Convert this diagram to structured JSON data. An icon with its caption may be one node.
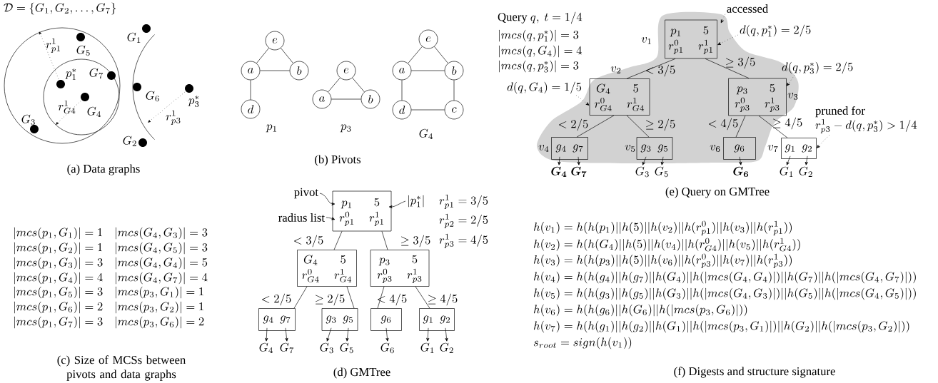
{
  "diagram": {
    "nodes": [
      {
        "text": [
          "e"
        ]
      },
      {
        "text": [
          "a"
        ]
      },
      {
        "text": [
          "b"
        ]
      },
      {
        "text": [
          "d"
        ]
      },
      {
        "text": [
          "e"
        ]
      },
      {
        "text": [
          "a"
        ]
      },
      {
        "text": [
          "b"
        ]
      },
      {
        "text": [
          "e"
        ]
      },
      {
        "text": [
          "a"
        ]
      },
      {
        "text": [
          "b"
        ]
      },
      {
        "text": [
          "d"
        ]
      },
      {
        "text": [
          "c"
        ]
      },
      {
        "text": [
          "p_1",
          "5",
          "r^0_{p1}",
          "r^1_{p1}"
        ]
      },
      {
        "text": [
          "pivot"
        ]
      },
      {
        "text": [
          "radius list"
        ]
      },
      {
        "text": [
          "|p^*_1|"
        ]
      },
      {
        "text": [
          "G_4",
          "5",
          "r^0_{G4}",
          "r^1_{G4}"
        ]
      },
      {
        "text": [
          "p_3",
          "5",
          "r^0_{p3}",
          "r^1_{p3}"
        ]
      },
      {
        "text": [
          "g_4",
          "g_7"
        ]
      },
      {
        "text": [
          "g_3",
          "g_5"
        ]
      },
      {
        "text": [
          "g_6"
        ]
      },
      {
        "text": [
          "g_1",
          "g_2"
        ]
      },
      {
        "text": [
          "G_4"
        ]
      },
      {
        "text": [
          "G_7"
        ]
      },
      {
        "text": [
          "G_3"
        ]
      },
      {
        "text": [
          "G_5"
        ]
      },
      {
        "text": [
          "G_6"
        ]
      },
      {
        "text": [
          "G_1"
        ]
      },
      {
        "text": [
          "G_2"
        ]
      },
      {
        "text": [
          "accessed"
        ]
      },
      {
        "text": [
          "p_1",
          "5",
          "r^0_{p1}",
          "r^1_{p1}"
        ],
        "beside": [
          "v_1"
        ]
      },
      {
        "text": [
          "d(q, p^*_1) = 2/5"
        ]
      },
      {
        "text": [
          "G_4",
          "5",
          "r^0_{G4}",
          "r^1_{G4}"
        ],
        "beside": [
          "v_2"
        ]
      },
      {
        "text": [
          "d(q, G_4) = 1/5"
        ]
      },
      {
        "text": [
          "p_3",
          "5",
          "r^0_{p3}",
          "r^1_{p3}"
        ],
        "beside": [
          "v_3"
        ]
      },
      {
        "text": [
          "d(q, p^*_3) = 2/5"
        ]
      },
      {
        "text": [
          "pruned for",
          "r^1_{p3} - d(q, p^*_3) > 1/4"
        ]
      },
      {
        "text": [
          "g_4",
          "g_7"
        ],
        "beside": [
          "v_4"
        ]
      },
      {
        "text": [
          "g_3",
          "g_5"
        ],
        "beside": [
          "v_5"
        ]
      },
      {
        "text": [
          "g_6"
        ],
        "beside": [
          "v_6"
        ]
      },
      {
        "text": [
          "g_1",
          "g_2"
        ],
        "beside": [
          "v_7"
        ]
      },
      {
        "text": [
          "\\boldsymbol{G_4}"
        ]
      },
      {
        "text": [
          "\\boldsymbol{G_7}"
        ]
      },
      {
        "text": [
          "G_3"
        ]
      },
      {
        "text": [
          "G_5"
        ]
      },
      {
        "text": [
          "\\boldsymbol{G_6}"
        ]
      },
      {
        "text": [
          "G_1"
        ]
      },
      {
        "text": [
          "G_2"
        ]
      }
    ],
    "edges": [
      {
        "from": 0,
        "to": 1,
        "arrow": "none"
      },
      {
        "from": 0,
        "to": 2,
        "arrow": "none"
      },
      {
        "from": 1,
        "to": 2,
        "arrow": "none"
      },
      {
        "from": 1,
        "to": 3,
        "arrow": "none"
      },
      {
        "from": 4,
        "to": 5,
        "arrow": "none"
      },
      {
        "from": 4,
        "to": 6,
        "arrow": "none"
      },
      {
        "from": 5,
        "to": 6,
        "arrow": "none"
      },
      {
        "from": 7,
        "to": 8,
        "arrow": "none"
      },
      {
        "from": 7,
        "to": 9,
        "arrow": "none"
      },
      {
        "from": 8,
        "to": 9,
        "arrow": "none"
      },
      {
        "from": 8,
        "to": 10,
        "arrow": "none"
      },
      {
        "from": 9,
        "to": 11,
        "arrow": "none"
      },
      {
        "from": 10,
        "to": 11,
        "arrow": "none"
      },
      {
        "from": 12,
        "to": 16,
        "arrow": "none",
        "label": "< 3/5"
      },
      {
        "from": 12,
        "to": 17,
        "arrow": "none",
        "label": "\\geq 3/5"
      },
      {
        "from": 16,
        "to": 18,
        "arrow": "none",
        "label": "< 2/5"
      },
      {
        "from": 16,
        "to": 19,
        "arrow": "none",
        "label": "\\geq 2/5"
      },
      {
        "from": 17,
        "to": 20,
        "arrow": "none",
        "label": "< 4/5"
      },
      {
        "from": 17,
        "to": 21,
        "arrow": "none",
        "label": "\\geq 4/5"
      },
      {
        "from": 18,
        "to": 22,
        "arrow": "to"
      },
      {
        "from": 18,
        "to": 23,
        "arrow": "to"
      },
      {
        "from": 19,
        "to": 24,
        "arrow": "to"
      },
      {
        "from": 19,
        "to": 25,
        "arrow": "to"
      },
      {
        "from": 20,
        "to": 26,
        "arrow": "to"
      },
      {
        "from": 21,
        "to": 27,
        "arrow": "to"
      },
      {
        "from": 21,
        "to": 28,
        "arrow": "to"
      },
      {
        "from": 13,
        "to": 12,
        "arrow": "to"
      },
      {
        "from": 14,
        "to": 12,
        "arrow": "to"
      },
      {
        "from": 15,
        "to": 12,
        "arrow": "to"
      },
      {
        "from": 30,
        "to": 32,
        "arrow": "none",
        "label": "< 3/5"
      },
      {
        "from": 30,
        "to": 34,
        "arrow": "none",
        "label": "\\geq 3/5"
      },
      {
        "from": 32,
        "to": 37,
        "arrow": "none",
        "label": "< 2/5"
      },
      {
        "from": 32,
        "to": 38,
        "arrow": "none",
        "label": "\\geq 2/5"
      },
      {
        "from": 34,
        "to": 39,
        "arrow": "none",
        "label": "< 4/5"
      },
      {
        "from": 34,
        "to": 40,
        "arrow": "none",
        "label": "\\geq 4/5"
      },
      {
        "from": 37,
        "to": 41,
        "arrow": "to"
      },
      {
        "from": 37,
        "to": 42,
        "arrow": "to"
      },
      {
        "from": 38,
        "to": 43,
        "arrow": "to"
      },
      {
        "from": 38,
        "to": 44,
        "arrow": "to"
      },
      {
        "from": 39,
        "to": 45,
        "arrow": "to"
      },
      {
        "from": 40,
        "to": 46,
        "arrow": "to"
      },
      {
        "from": 40,
        "to": 47,
        "arrow": "to"
      },
      {
        "from": 29,
        "to": 30,
        "arrow": "to",
        "style": "dashed"
      },
      {
        "from": 31,
        "to": 30,
        "arrow": "to",
        "style": "dashed"
      },
      {
        "from": 33,
        "to": 32,
        "arrow": "to",
        "style": "dashed"
      },
      {
        "from": 35,
        "to": 34,
        "arrow": "to",
        "style": "dashed"
      },
      {
        "from": 36,
        "to": 40,
        "arrow": "to",
        "style": "dashed"
      }
    ],
    "labels": [
      "\\mathcal{D}=\\{G_1, G_2, \\ldots, G_7\\}",
      "G_1",
      "r^1_{p1}",
      "G_5",
      "p^*_1",
      "G_7",
      "G_6",
      "p^*_3",
      "r^1_{G4}",
      "G_4",
      "G_3",
      "r^1_{p3}",
      "G_2",
      "(a) Data graphs",
      "p_1",
      "p_3",
      "G_4",
      "(b) Pivots",
      "|mcs(p_1, G_1)| = 1",
      "|mcs(G_4, G_3)| = 3",
      "|mcs(p_1, G_2)| = 1",
      "|mcs(G_4, G_5)| = 3",
      "|mcs(p_1, G_3)| = 3",
      "|mcs(G_4, G_4)| = 5",
      "|mcs(p_1, G_4)| = 4",
      "|mcs(G_4, G_7)| = 4",
      "|mcs(p_1, G_5)| = 3",
      "|mcs(p_3, G_1)| = 1",
      "|mcs(p_1, G_6)| = 2",
      "|mcs(p_3, G_2)| = 1",
      "|mcs(p_1, G_7)| = 3",
      "|mcs(p_3, G_6)| = 2",
      "(c) Size of MCSs between pivots and data graphs",
      "r^1_{p1} = 3/5",
      "r^1_{p2} = 2/5",
      "r^1_{p3} = 4/5",
      "(d) GMTree",
      "\\text{Query } q,\\ t = 1/4",
      "|mcs(q, p^*_1)| = 3",
      "|mcs(q, G_4)| = 4",
      "|mcs(q, p^*_3)| = 3",
      "(e) Query on GMTree",
      "h(v_1) = h(h(p_1)||h(5)||h(v_2)||h(r^0_{p1})||h(v_3)||h(r^1_{p1}))",
      "h(v_2) = h(h(G_4)||h(5)||h(v_4)||h(r^0_{G4})||h(v_5)||h(r^1_{G4}))",
      "h(v_3) = h(h(p_3)||h(5)||h(v_6)||h(r^0_{p3})||h(v_7)||h(r^1_{p3}))",
      "h(v_4) = h(h(g_4)||h(g_7)||h(G_4)||h(|mcs(G_4, G_4)|)||h(G_7)||h(|mcs(G_4, G_7)|))",
      "h(v_5) = h(h(g_3)||h(g_5)||h(G_3)||h(|mcs(G_4, G_3)|)||h(G_5)||h(|mcs(G_4, G_5)|))",
      "h(v_6) = h(h(g_6)||h(G_6)||h(|mcs(p_3, G_6)|))",
      "h(v_7) = h(h(g_1)||h(g_2)||h(G_1)||h(|mcs(p_3, G_1)|)||h(G_2)||h(|mcs(p_3, G_2)|))",
      "s_{root} = sign(h(v_1))",
      "(f) Digests and structure signature"
    ]
  }
}
